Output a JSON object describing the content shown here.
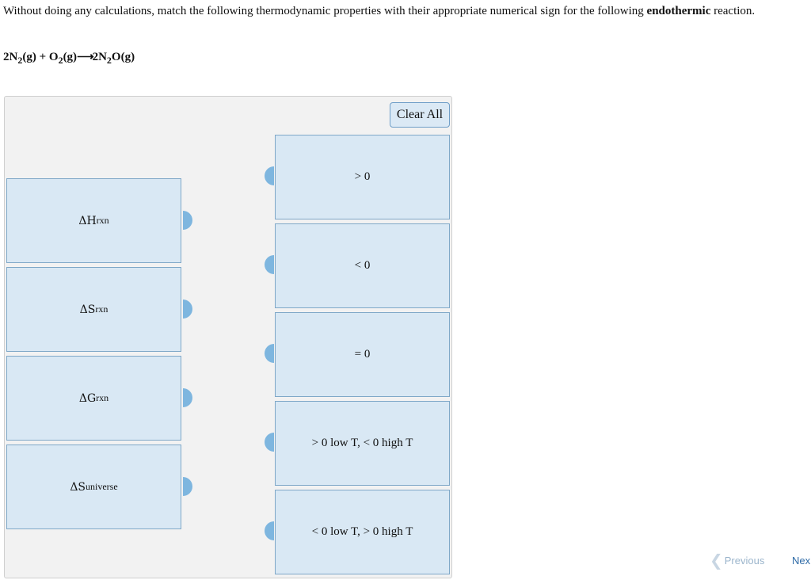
{
  "prompt": {
    "text_before": "Without doing any calculations, match the following thermodynamic properties with their appropriate numerical sign for the following ",
    "bold_word": "endothermic",
    "text_after": " reaction."
  },
  "equation": {
    "coef_a": "2N",
    "sub_a": "2",
    "phase_a": "(g) + O",
    "sub_b": "2",
    "phase_b": "(g)",
    "arrow": "⟶",
    "coef_c": "2N",
    "sub_c": "2",
    "phase_c": "O(g)"
  },
  "clear_all_label": "Clear All",
  "properties": [
    {
      "symbol": "ΔH",
      "subscript": "rxn"
    },
    {
      "symbol": "ΔS",
      "subscript": "rxn"
    },
    {
      "symbol": "ΔG",
      "subscript": "rxn"
    },
    {
      "symbol": "ΔS",
      "subscript": "universe"
    }
  ],
  "signs": [
    {
      "label": "> 0"
    },
    {
      "label": "< 0"
    },
    {
      "label": "= 0"
    },
    {
      "label": "> 0 low T, < 0 high T"
    },
    {
      "label": "< 0 low T, > 0 high T"
    }
  ],
  "nav": {
    "previous_label": "Previous",
    "next_label": "Nex"
  },
  "colors": {
    "tile_fill": "#d9e8f4",
    "tile_border": "#7fa8c8",
    "connector": "#7eb6df",
    "workspace_bg": "#f2f2f2",
    "next_link": "#2d6aa6",
    "previous_disabled": "#9bb5cc"
  }
}
